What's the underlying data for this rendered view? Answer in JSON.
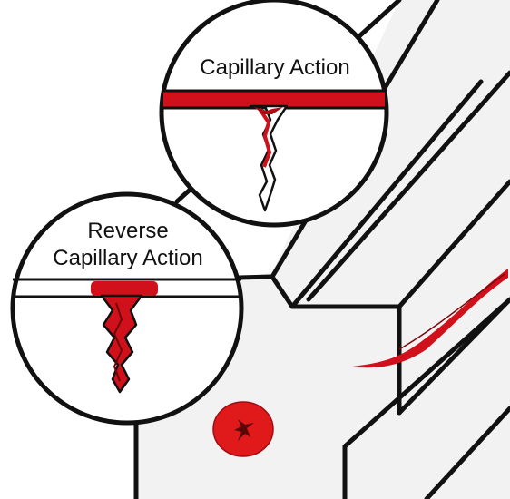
{
  "callouts": {
    "top": {
      "title": "Capillary Action"
    },
    "bottom": {
      "line1": "Reverse",
      "line2": "Capillary Action"
    }
  },
  "colors": {
    "background": "#ffffff",
    "surface": "#f2f2f2",
    "outline": "#111111",
    "blood": "#d0101a",
    "blood_dark": "#7a0a0e"
  }
}
